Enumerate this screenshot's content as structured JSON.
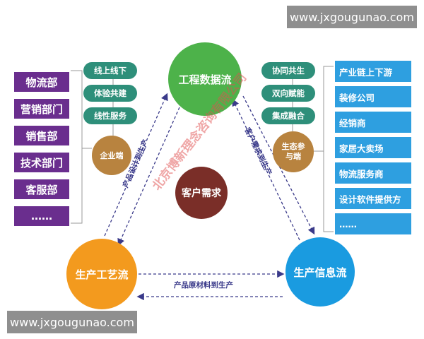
{
  "watermark": {
    "top": "www.jxgougunao.com",
    "bottom": "www.jxgougunao.com"
  },
  "circles": {
    "top": "工程数据流",
    "center": "客户需求",
    "bottom_left": "生产工艺流",
    "bottom_right": "生产信息流",
    "left_small": "企业端",
    "right_small": "生态参与端"
  },
  "left_departments": [
    "物流部",
    "营销部门",
    "销售部",
    "技术部门",
    "客服部",
    "……"
  ],
  "left_pills": [
    "线上线下",
    "体验共建",
    "线性服务"
  ],
  "right_pills": [
    "协同共生",
    "双向赋能",
    "集成融合"
  ],
  "right_partners": [
    "产业链上下游",
    "装修公司",
    "经销商",
    "家居大卖场",
    "物流服务商",
    "设计软件提供方",
    "……"
  ],
  "arrow_labels": {
    "left": "产品设计到生产",
    "right": "客户需求到生产",
    "bottom": "产品原材料到生产"
  },
  "stamp_text": "北京博新理念咨询有限公司",
  "colors": {
    "purple": "#6a2e8e",
    "blue": "#2e9fe0",
    "teal": "#2e8f7a",
    "green": "#4db24a",
    "maroon": "#7a2e28",
    "orange": "#f39a1e",
    "tan": "#b8833f"
  }
}
